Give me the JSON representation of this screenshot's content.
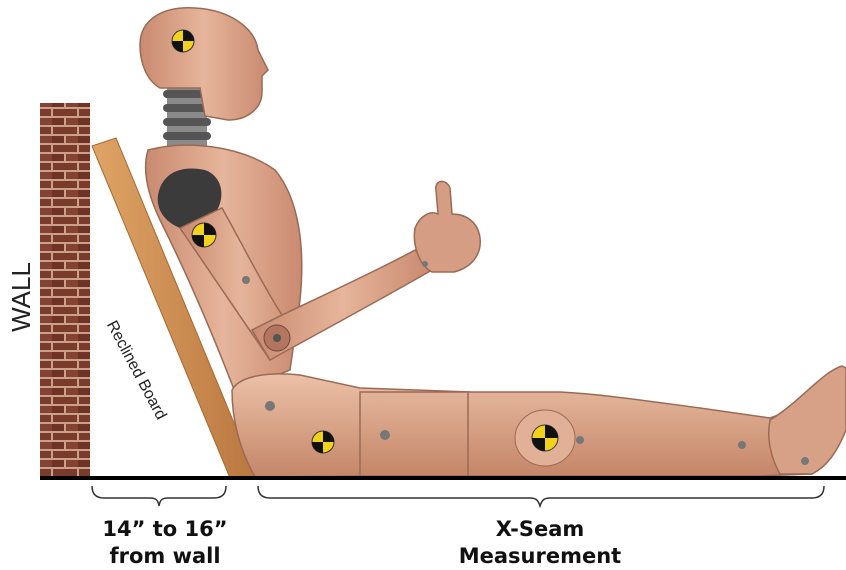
{
  "labels": {
    "wall": "WALL",
    "board": "Reclined Board",
    "distance_line1": "14” to 16”",
    "distance_line2": "from wall",
    "seam_line1": "X-Seam",
    "seam_line2": "Measurement"
  },
  "colors": {
    "brick": "#7a3b2a",
    "mortar": "#c9a18a",
    "board": "#c98a4f",
    "skin": "#d9a489",
    "skin_shadow": "#b9806a",
    "floor": "#000000",
    "target_yellow": "#f2d21a"
  }
}
